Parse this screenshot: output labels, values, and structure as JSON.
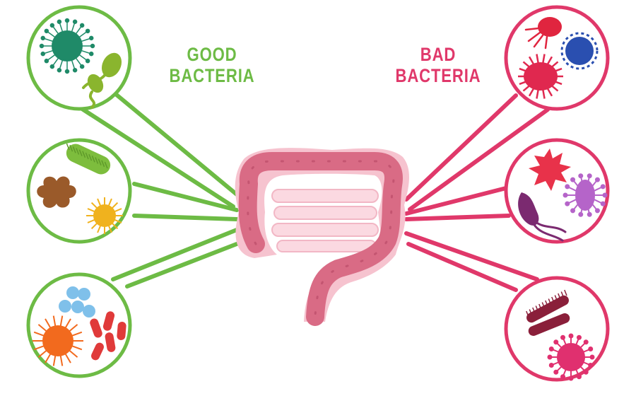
{
  "good": {
    "heading_line1": "GOOD",
    "heading_line2": "BACTERIA",
    "color": "#6dbb45"
  },
  "bad": {
    "heading_line1": "BAD",
    "heading_line2": "BACTERIA",
    "color": "#e0386a"
  },
  "colon": {
    "fill": "#d96b85",
    "outline": "#f6c3cf",
    "folds": "#fbd9e1"
  },
  "microbe_colors": {
    "good": [
      "#1f8a68",
      "#8ab52e",
      "#7dbd3d",
      "#9a5a2a",
      "#f0b21e",
      "#7fc0ea",
      "#f26a1e",
      "#e03a3a"
    ],
    "bad": [
      "#e0253f",
      "#2a4fb0",
      "#e0284f",
      "#e8324a",
      "#b564c9",
      "#7b2a70",
      "#8a1f3a",
      "#e0306f"
    ]
  }
}
